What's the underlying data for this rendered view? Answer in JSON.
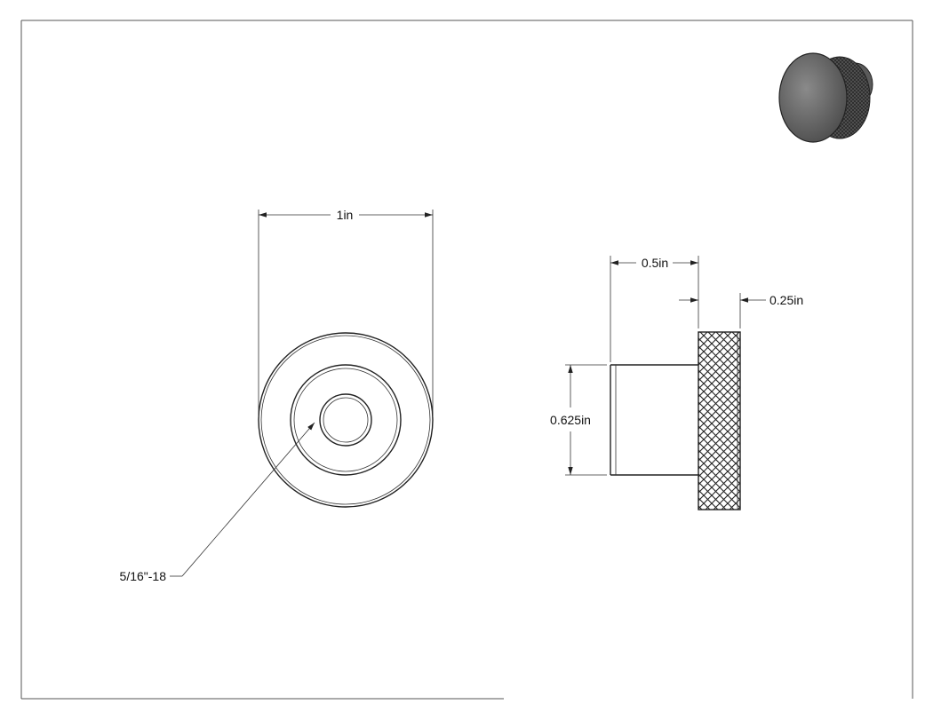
{
  "dimensions": {
    "front_width": "1in",
    "shank_length": "0.5in",
    "knurl_width": "0.25in",
    "shank_diameter": "0.625in",
    "thread_callout": "5/16\"-18"
  }
}
